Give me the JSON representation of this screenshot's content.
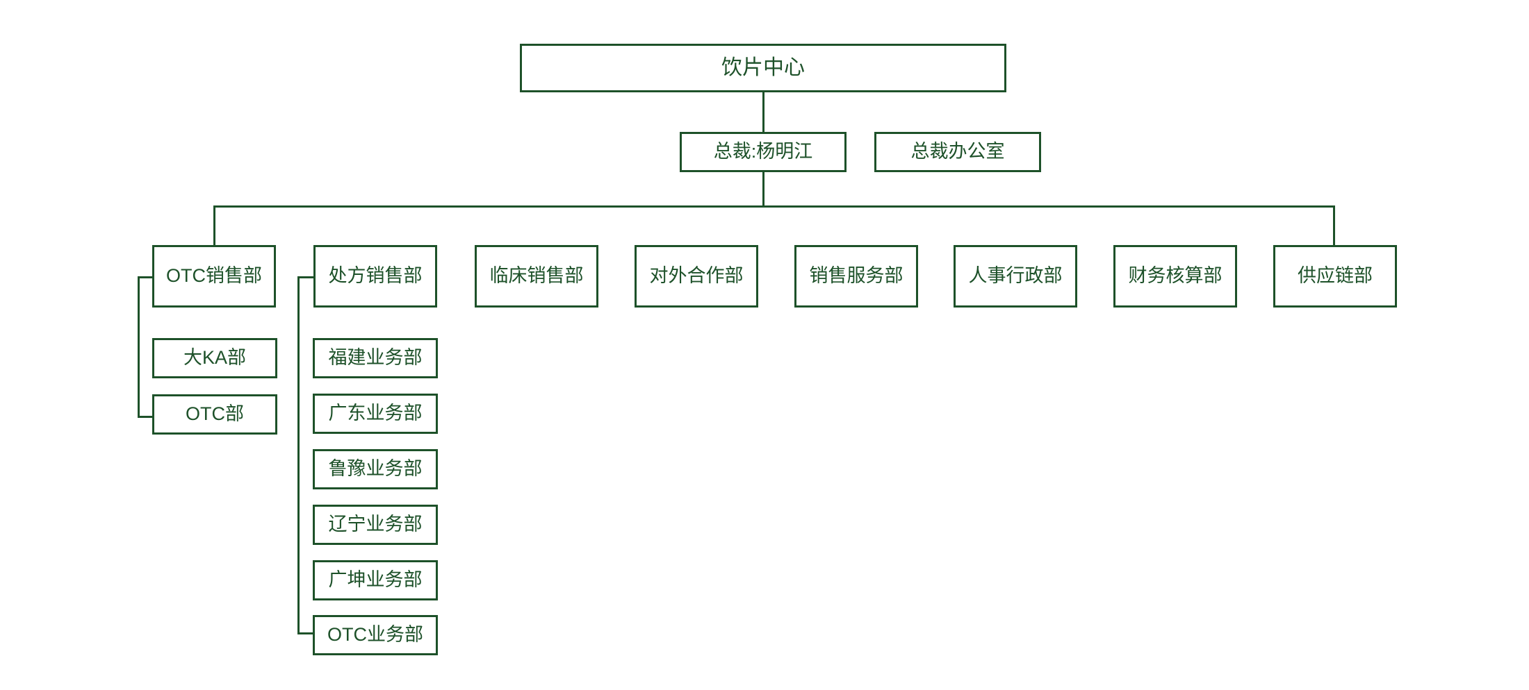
{
  "chart_data": {
    "type": "diagram",
    "diagram_kind": "organization-chart",
    "title": "",
    "orientation": "top-down",
    "colors": {
      "stroke": "#1d5129",
      "text": "#1d5129",
      "background": "#ffffff"
    },
    "levels": 4,
    "node_count": 20
  },
  "root": {
    "label": "饮片中心"
  },
  "executive": {
    "president": "总裁:杨明江",
    "office": "总裁办公室"
  },
  "departments": [
    {
      "label": "OTC销售部"
    },
    {
      "label": "处方销售部"
    },
    {
      "label": "临床销售部"
    },
    {
      "label": "对外合作部"
    },
    {
      "label": "销售服务部"
    },
    {
      "label": "人事行政部"
    },
    {
      "label": "财务核算部"
    },
    {
      "label": "供应链部"
    }
  ],
  "otc_sales_children": [
    {
      "label": "大KA部"
    },
    {
      "label": "OTC部"
    }
  ],
  "prescription_sales_children": [
    {
      "label": "福建业务部"
    },
    {
      "label": "广东业务部"
    },
    {
      "label": "鲁豫业务部"
    },
    {
      "label": "辽宁业务部"
    },
    {
      "label": "广坤业务部"
    },
    {
      "label": "OTC业务部"
    }
  ]
}
